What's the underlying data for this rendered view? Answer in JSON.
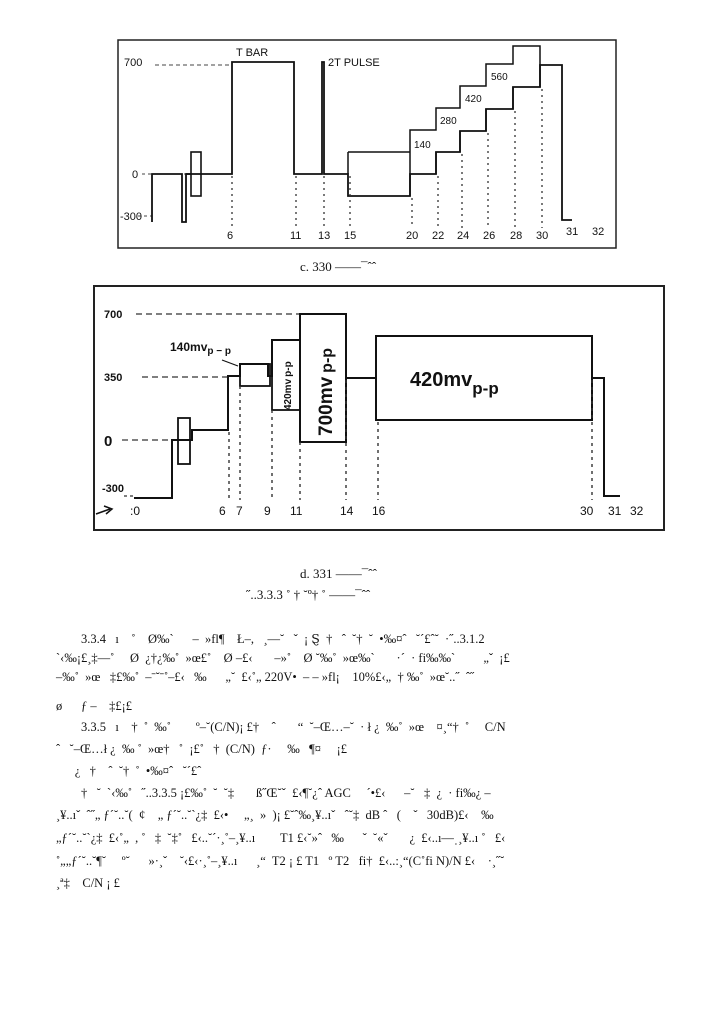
{
  "figure_c": {
    "y_labels": [
      "700",
      "0",
      "-300"
    ],
    "x_labels": [
      "6",
      "11",
      "13",
      "15",
      "20",
      "22",
      "24",
      "26",
      "28",
      "30",
      "31",
      "32"
    ],
    "annotations": {
      "t_bar": "T BAR",
      "pulse_2t": "2T PULSE"
    },
    "step_values": [
      "140",
      "280",
      "420",
      "560"
    ],
    "caption": "c.      330 ——¯ˆˆ"
  },
  "figure_d": {
    "y_labels": [
      "700",
      "350",
      "0",
      "-300"
    ],
    "x_labels": [
      ":0",
      "6",
      "7",
      "9",
      "11",
      "14",
      "16",
      "30",
      "31",
      "32"
    ],
    "label_140": "140mv",
    "sub_pp": "p − p",
    "label_420_small": "420mv",
    "sub_pp_small": "p-p",
    "label_700": "700mv",
    "sub_pp_700": "p-p",
    "label_420_big": "420mv",
    "sub_pp_big": "p-p",
    "caption": "d.      331 ——¯ˆˆ"
  },
  "section_caption": "˝..3.3.3    ˚  †  ˘º†  ˚  ——¯ˆˆ",
  "paragraphs": [
    "        3.3.4   ı    ˚    Ø‰ˋ      –  »fl¶    Ł–,   ¸—˘   ˇ  ¡ Ȿ  †   ˆ  ˘†  ˘  •‰¤ˆ   ˘´£ˆ˘  ·˝..3.1.2",
    "ˋ‹‰¡£¸‡—˚     Ø  ¿†¿‰˚  »œ£˚    Ø –£‹       –»˚    Ø ˘‰˚  »œ‰ˋ       ·´  · fi‰‰ˋ         „ˇ  ¡£",
    "–‰˚  »œ   ‡£‰˚  –ˉ˘ˉ˚–£‹   ‰      „˘  £‹˚„ 220V•  – – »fl¡    10%£‹„  † ‰˚  »œ˘..˝  ˆ˝",
    "ø      ƒ –    ‡£¡£",
    "        3.3.5   ı    †  ˚  ‰˚        º–˘(C/N)¡ £†    ˆ       “  ˘–Œ…–˘  · ł ¿  ‰˚  »œ    ¤¸“†  ˚     C/N",
    "ˆ   ˘–Œ…ł ¿  ‰ ˚  »œ†   ˚  ¡£˚   †  (C/N)  ƒ·     ‰   ¶¤     ¡£",
    "      ¿   †    ˆ  ˘†  ˚  •‰¤ˆ   ˘´£ˆ",
    "        †   ˘  ˋ‹‰˚   ˝..3.3.5 ¡£‰˚  ˘  ˘‡       ß˝Œ˘ˇ  £‹¶˘¿ˆ AGC     ´•£‹      –˘   ‡  ¿  · fi‰¿ –",
    "¸¥..ıˇ  ˆ˝„ ƒ´˘..˘(  ¢    „ ƒ´˘..˘ˋ¿‡  £‹•     „¸  »  )¡ £˘ˆ‰¸¥..ıˇ   ˆ˘‡  dB ˆ   (    ˇ   30dB)£‹    ‰",
    "„ƒ´˘..˘ˋ¿‡  £‹˚„  , ˚   ‡  ˘‡˚   £‹..˘´·¸˚–¸¥..ı        T1 £‹˘»ˆ   ‰      ˇ  ˘«ˇ       ¿  £‹..ı—ˌ¸¥..ı ˚   £‹",
    "˚„„ƒ´˘..˘¶˘     º˘      »·¸ˇ    ˘‹£‹·¸˚–¸¥..ı      ¸“  T2 ¡ £ T1   º T2   fi†  £‹..:¸“(C˚fi N)/N £‹    ·¸˝˘",
    "¸ª‡    C/N ¡ £"
  ]
}
